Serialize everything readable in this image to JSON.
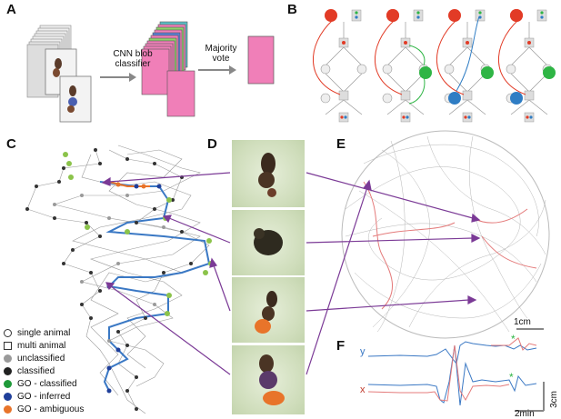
{
  "panels": {
    "a": "A",
    "b": "B",
    "c": "C",
    "d": "D",
    "e": "E",
    "f": "F"
  },
  "panel_a": {
    "step1_label": "CNN blob\nclassifier",
    "step2_label": "Majority\nvote"
  },
  "legend": [
    {
      "label": "single animal",
      "marker": "circle-open",
      "color": "#ffffff"
    },
    {
      "label": "multi animal",
      "marker": "square-open",
      "color": "#ffffff"
    },
    {
      "label": "unclassified",
      "marker": "dot",
      "color": "#9a9a9a"
    },
    {
      "label": "classified",
      "marker": "dot",
      "color": "#222222"
    },
    {
      "label": "GO - classified",
      "marker": "dot",
      "color": "#1f9a3a"
    },
    {
      "label": "GO - inferred",
      "marker": "dot",
      "color": "#1f3f9a"
    },
    {
      "label": "GO - ambiguous",
      "marker": "dot",
      "color": "#e8742a"
    }
  ],
  "panel_e": {
    "scalebar": "1cm"
  },
  "panel_f": {
    "y_label": "y",
    "x_label": "x",
    "star": "*",
    "scale_v": "3cm",
    "scale_h": "2min"
  },
  "colors": {
    "red": "#e23b26",
    "green": "#2fb545",
    "blue": "#2f7dc4",
    "pink": "#f07fb8",
    "purple": "#7b3a96",
    "gray": "#a0a0a0",
    "trajectory_red": "#e47b7b"
  }
}
